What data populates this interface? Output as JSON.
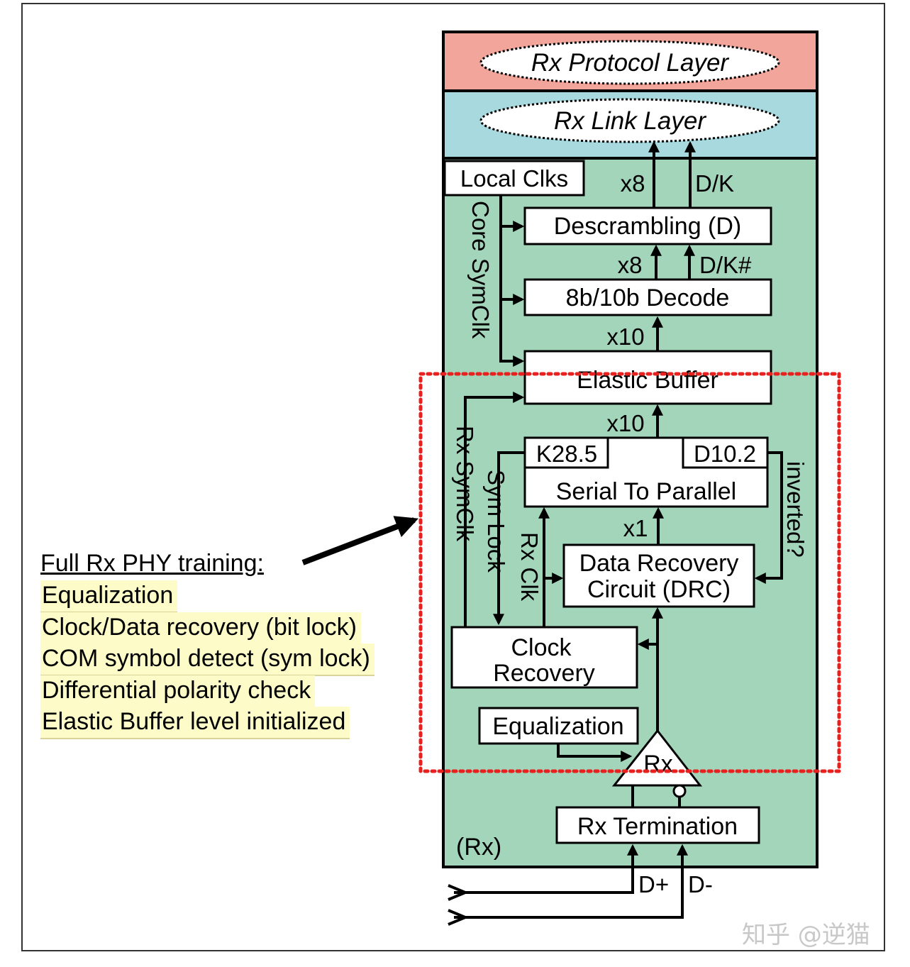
{
  "diagram": {
    "layers": {
      "protocol": "Rx Protocol Layer",
      "link": "Rx Link Layer"
    },
    "blocks": {
      "local_clks": "Local Clks",
      "descrambling": "Descrambling (D)",
      "decode": "8b/10b Decode",
      "elastic_buffer": "Elastic Buffer",
      "k285": "K28.5",
      "d102": "D10.2",
      "serial_to_parallel": "Serial To Parallel",
      "drc_line1": "Data Recovery",
      "drc_line2": "Circuit (DRC)",
      "clock_rec_line1": "Clock",
      "clock_rec_line2": "Recovery",
      "equalization": "Equalization",
      "rx_amp": "Rx",
      "termination": "Rx Termination",
      "rx_tag": "(Rx)"
    },
    "signals": {
      "x8_top": "x8",
      "dk_top": "D/K",
      "x8_mid": "x8",
      "dk_hash": "D/K#",
      "x10_decode": "x10",
      "x10_buffer": "x10",
      "x1": "x1",
      "core_symclk": "Core SymClk",
      "rx_symclk": "Rx SymClk",
      "sym_lock": "Sym Lock",
      "rx_clk": "Rx Clk",
      "inverted": "inverted?",
      "dplus": "D+",
      "dminus": "D-"
    }
  },
  "callout": {
    "title": "Full Rx PHY training:",
    "items": [
      "Equalization",
      "Clock/Data recovery (bit lock)",
      "COM symbol detect (sym lock)",
      "Differential polarity check",
      "Elastic Buffer level initialized"
    ]
  },
  "watermark": "知乎 @逆猫",
  "colors": {
    "protocol_layer": "#f2a59a",
    "link_layer": "#a8d9de",
    "phy_body": "#a3d5bb",
    "highlight": "#fdfbc8",
    "training_border": "#e8201e"
  }
}
